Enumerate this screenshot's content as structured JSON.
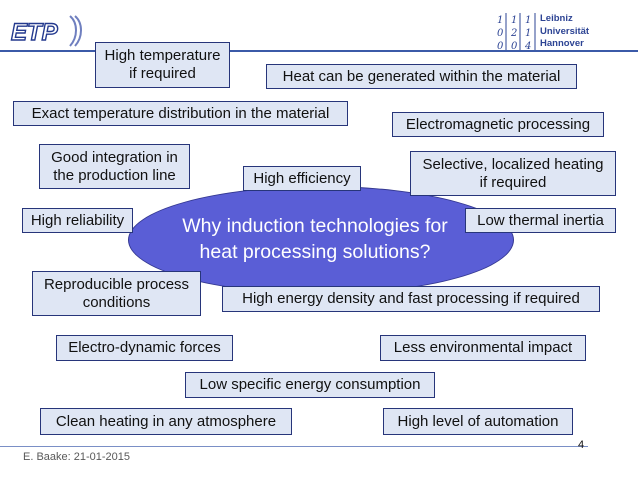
{
  "header": {
    "logo_text": "ETP",
    "university_logo": {
      "digits": [
        "1",
        "1",
        "1",
        "0",
        "2",
        "1",
        "0",
        "0",
        "4"
      ],
      "name": "Leibniz\nUniversität\nHannover"
    }
  },
  "central_question": "Why induction technologies for\nheat processing solutions?",
  "benefits": [
    "High temperature\nif required",
    "Heat can be generated within the material",
    "Exact temperature distribution in the material",
    "Electromagnetic processing",
    "Good integration in\nthe production line",
    "High efficiency",
    "Selective, localized heating\nif required",
    "High reliability",
    "Low thermal inertia",
    "Reproducible process\nconditions",
    "High energy density and fast processing if required",
    "Electro-dynamic forces",
    "Less environmental impact",
    "Low specific energy consumption",
    "Clean heating in any atmosphere",
    "High level of automation"
  ],
  "footer": {
    "author_date": "E. Baake: 21-01-2015",
    "page_number": "4"
  },
  "colors": {
    "accent": "#3b5aa8",
    "ellipse_fill": "#5a5ed6",
    "box_fill": "#dfe6f4",
    "box_border": "#27357a"
  }
}
